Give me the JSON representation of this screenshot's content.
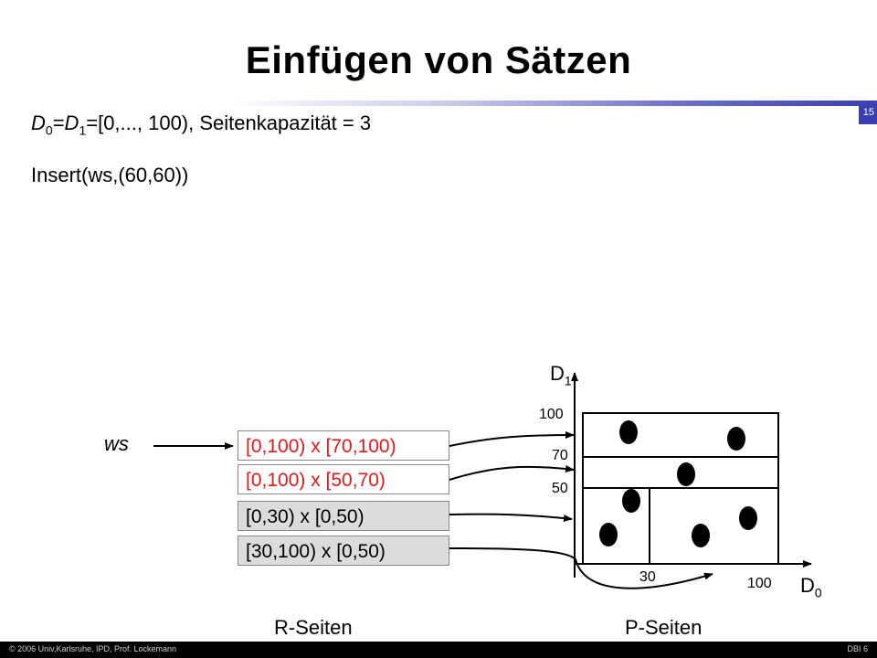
{
  "title": "Einfügen von Sätzen",
  "page_number": "15",
  "line1": {
    "d0": "D",
    "d0_sub": "0",
    "eq": "=",
    "d1": "D",
    "d1_sub": "1",
    "rest": "=[0,..., 100), Seitenkapazität = 3"
  },
  "line2": "Insert(ws,(60,60))",
  "ws_label": "ws",
  "r_pages": [
    {
      "label": "[0,100) x [70,100)",
      "highlight": true
    },
    {
      "label": "[0,100) x [50,70)",
      "highlight": true
    },
    {
      "label": "[0,30) x [0,50)",
      "highlight": false
    },
    {
      "label": "[30,100) x [0,50)",
      "highlight": false
    }
  ],
  "axes": {
    "y_label": "D",
    "y_sub": "1",
    "x_label": "D",
    "x_sub": "0",
    "y_ticks": [
      "100",
      "70",
      "50"
    ],
    "x_ticks": [
      "30",
      "100"
    ]
  },
  "captions": {
    "left": "R-Seiten",
    "right": "P-Seiten"
  },
  "footer": {
    "left": "© 2006 Univ,Karlsruhe, IPD, Prof. Lockemann",
    "right": "DBI 6"
  },
  "colors": {
    "highlight_text": "#e21a1a",
    "box_gray": "#dcdcdc",
    "accent": "#3a3fb0"
  }
}
